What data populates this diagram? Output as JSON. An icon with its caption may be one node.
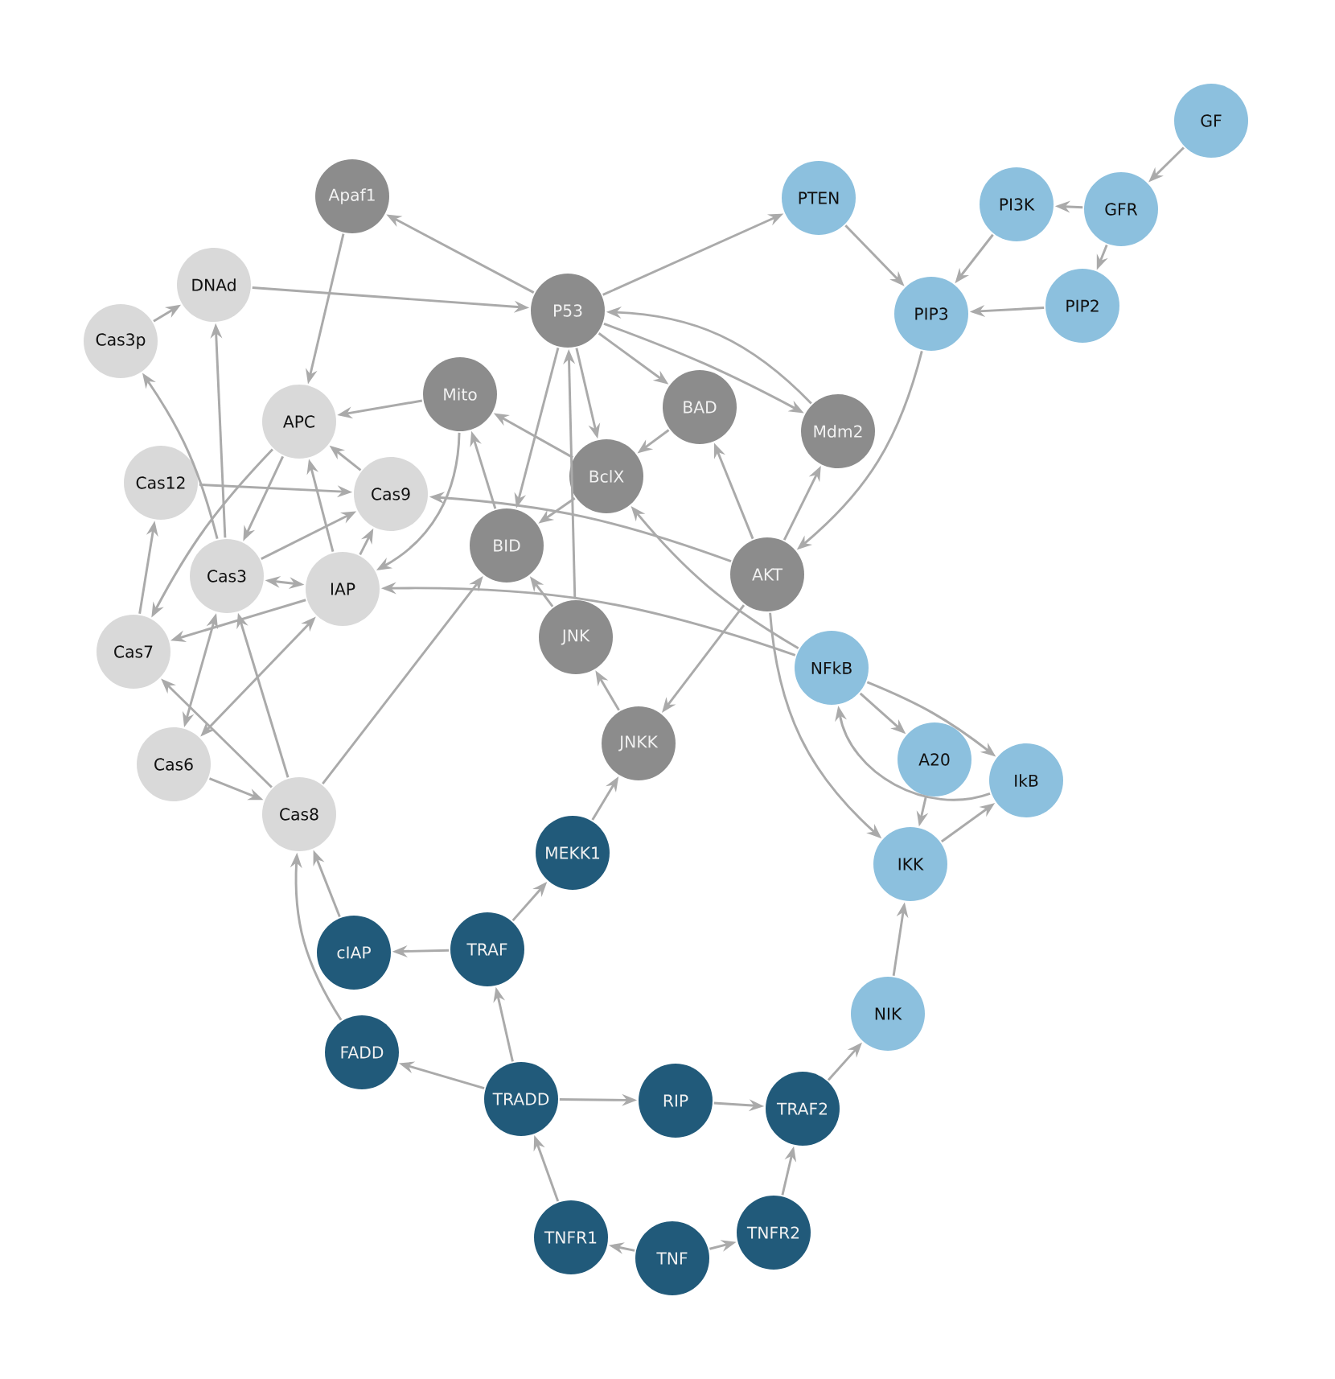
{
  "diagram": {
    "nodes": [
      {
        "text": [
          "GF"
        ]
      },
      {
        "text": [
          "GFR"
        ]
      },
      {
        "text": [
          "PI3K"
        ]
      },
      {
        "text": [
          "PIP2"
        ]
      },
      {
        "text": [
          "PTEN"
        ]
      },
      {
        "text": [
          "PIP3"
        ]
      },
      {
        "text": [
          "Apaf1"
        ]
      },
      {
        "text": [
          "DNAd"
        ]
      },
      {
        "text": [
          "Cas3p"
        ]
      },
      {
        "text": [
          "P53"
        ]
      },
      {
        "text": [
          "Mito"
        ]
      },
      {
        "text": [
          "APC"
        ]
      },
      {
        "text": [
          "BAD"
        ]
      },
      {
        "text": [
          "Mdm2"
        ]
      },
      {
        "text": [
          "Cas12"
        ]
      },
      {
        "text": [
          "Cas9"
        ]
      },
      {
        "text": [
          "BclX"
        ]
      },
      {
        "text": [
          "BID"
        ]
      },
      {
        "text": [
          "AKT"
        ]
      },
      {
        "text": [
          "Cas3"
        ]
      },
      {
        "text": [
          "IAP"
        ]
      },
      {
        "text": [
          "JNK"
        ]
      },
      {
        "text": [
          "Cas7"
        ]
      },
      {
        "text": [
          "NFkB"
        ]
      },
      {
        "text": [
          "JNKK"
        ]
      },
      {
        "text": [
          "Cas6"
        ]
      },
      {
        "text": [
          "A20"
        ]
      },
      {
        "text": [
          "IkB"
        ]
      },
      {
        "text": [
          "Cas8"
        ]
      },
      {
        "text": [
          "MEKK1"
        ]
      },
      {
        "text": [
          "IKK"
        ]
      },
      {
        "text": [
          "cIAP"
        ]
      },
      {
        "text": [
          "TRAF"
        ]
      },
      {
        "text": [
          "NIK"
        ]
      },
      {
        "text": [
          "FADD"
        ]
      },
      {
        "text": [
          "TRADD"
        ]
      },
      {
        "text": [
          "RIP"
        ]
      },
      {
        "text": [
          "TRAF2"
        ]
      },
      {
        "text": [
          "TNFR1"
        ]
      },
      {
        "text": [
          "TNF"
        ]
      },
      {
        "text": [
          "TNFR2"
        ]
      }
    ],
    "edges": [
      {
        "from": 0,
        "to": 1,
        "arrow": "to"
      },
      {
        "from": 1,
        "to": 2,
        "arrow": "to"
      },
      {
        "from": 1,
        "to": 3,
        "arrow": "to"
      },
      {
        "from": 2,
        "to": 5,
        "arrow": "to"
      },
      {
        "from": 3,
        "to": 5,
        "arrow": "to"
      },
      {
        "from": 4,
        "to": 5,
        "arrow": "to"
      },
      {
        "from": 9,
        "to": 4,
        "arrow": "to"
      },
      {
        "from": 5,
        "to": 18,
        "arrow": "to"
      },
      {
        "from": 9,
        "to": 6,
        "arrow": "to"
      },
      {
        "from": 7,
        "to": 9,
        "arrow": "to"
      },
      {
        "from": 6,
        "to": 11,
        "arrow": "to"
      },
      {
        "from": 10,
        "to": 11,
        "arrow": "to"
      },
      {
        "from": 8,
        "to": 7,
        "arrow": "to"
      },
      {
        "from": 19,
        "to": 8,
        "arrow": "to"
      },
      {
        "from": 19,
        "to": 7,
        "arrow": "to"
      },
      {
        "from": 14,
        "to": 15,
        "arrow": "to"
      },
      {
        "from": 15,
        "to": 11,
        "arrow": "to"
      },
      {
        "from": 11,
        "to": 19,
        "arrow": "to"
      },
      {
        "from": 11,
        "to": 22,
        "arrow": "to"
      },
      {
        "from": 20,
        "to": 11,
        "arrow": "to"
      },
      {
        "from": 19,
        "to": 15,
        "arrow": "to"
      },
      {
        "from": 20,
        "to": 15,
        "arrow": "to"
      },
      {
        "from": 10,
        "to": 20,
        "arrow": "to"
      },
      {
        "from": 17,
        "to": 10,
        "arrow": "to"
      },
      {
        "from": 16,
        "to": 10,
        "arrow": "to"
      },
      {
        "from": 18,
        "to": 15,
        "arrow": "to"
      },
      {
        "from": 9,
        "to": 17,
        "arrow": "to"
      },
      {
        "from": 21,
        "to": 9,
        "arrow": "to"
      },
      {
        "from": 9,
        "to": 16,
        "arrow": "to"
      },
      {
        "from": 9,
        "to": 12,
        "arrow": "to"
      },
      {
        "from": 9,
        "to": 13,
        "arrow": "to"
      },
      {
        "from": 13,
        "to": 9,
        "arrow": "to"
      },
      {
        "from": 12,
        "to": 16,
        "arrow": "to"
      },
      {
        "from": 16,
        "to": 17,
        "arrow": "to"
      },
      {
        "from": 18,
        "to": 12,
        "arrow": "to"
      },
      {
        "from": 18,
        "to": 13,
        "arrow": "to"
      },
      {
        "from": 23,
        "to": 16,
        "arrow": "to"
      },
      {
        "from": 23,
        "to": 20,
        "arrow": "to"
      },
      {
        "from": 18,
        "to": 24,
        "arrow": "to"
      },
      {
        "from": 21,
        "to": 17,
        "arrow": "to"
      },
      {
        "from": 24,
        "to": 21,
        "arrow": "to"
      },
      {
        "from": 29,
        "to": 24,
        "arrow": "to"
      },
      {
        "from": 18,
        "to": 30,
        "arrow": "to"
      },
      {
        "from": 23,
        "to": 26,
        "arrow": "to"
      },
      {
        "from": 23,
        "to": 27,
        "arrow": "to"
      },
      {
        "from": 27,
        "to": 23,
        "arrow": "to"
      },
      {
        "from": 26,
        "to": 30,
        "arrow": "to"
      },
      {
        "from": 30,
        "to": 27,
        "arrow": "to"
      },
      {
        "from": 33,
        "to": 30,
        "arrow": "to"
      },
      {
        "from": 37,
        "to": 33,
        "arrow": "to"
      },
      {
        "from": 36,
        "to": 37,
        "arrow": "to"
      },
      {
        "from": 40,
        "to": 37,
        "arrow": "to"
      },
      {
        "from": 39,
        "to": 38,
        "arrow": "to"
      },
      {
        "from": 39,
        "to": 40,
        "arrow": "to"
      },
      {
        "from": 38,
        "to": 35,
        "arrow": "to"
      },
      {
        "from": 35,
        "to": 36,
        "arrow": "to"
      },
      {
        "from": 35,
        "to": 34,
        "arrow": "to"
      },
      {
        "from": 35,
        "to": 32,
        "arrow": "to"
      },
      {
        "from": 32,
        "to": 31,
        "arrow": "to"
      },
      {
        "from": 32,
        "to": 29,
        "arrow": "to"
      },
      {
        "from": 31,
        "to": 28,
        "arrow": "to"
      },
      {
        "from": 34,
        "to": 28,
        "arrow": "to"
      },
      {
        "from": 28,
        "to": 17,
        "arrow": "to"
      },
      {
        "from": 28,
        "to": 19,
        "arrow": "to"
      },
      {
        "from": 28,
        "to": 22,
        "arrow": "to"
      },
      {
        "from": 25,
        "to": 28,
        "arrow": "to"
      },
      {
        "from": 25,
        "to": 20,
        "arrow": "both"
      },
      {
        "from": 19,
        "to": 20,
        "arrow": "both"
      },
      {
        "from": 20,
        "to": 22,
        "arrow": "to"
      },
      {
        "from": 25,
        "to": 19,
        "arrow": "both"
      },
      {
        "from": 22,
        "to": 14,
        "arrow": "to"
      }
    ]
  }
}
